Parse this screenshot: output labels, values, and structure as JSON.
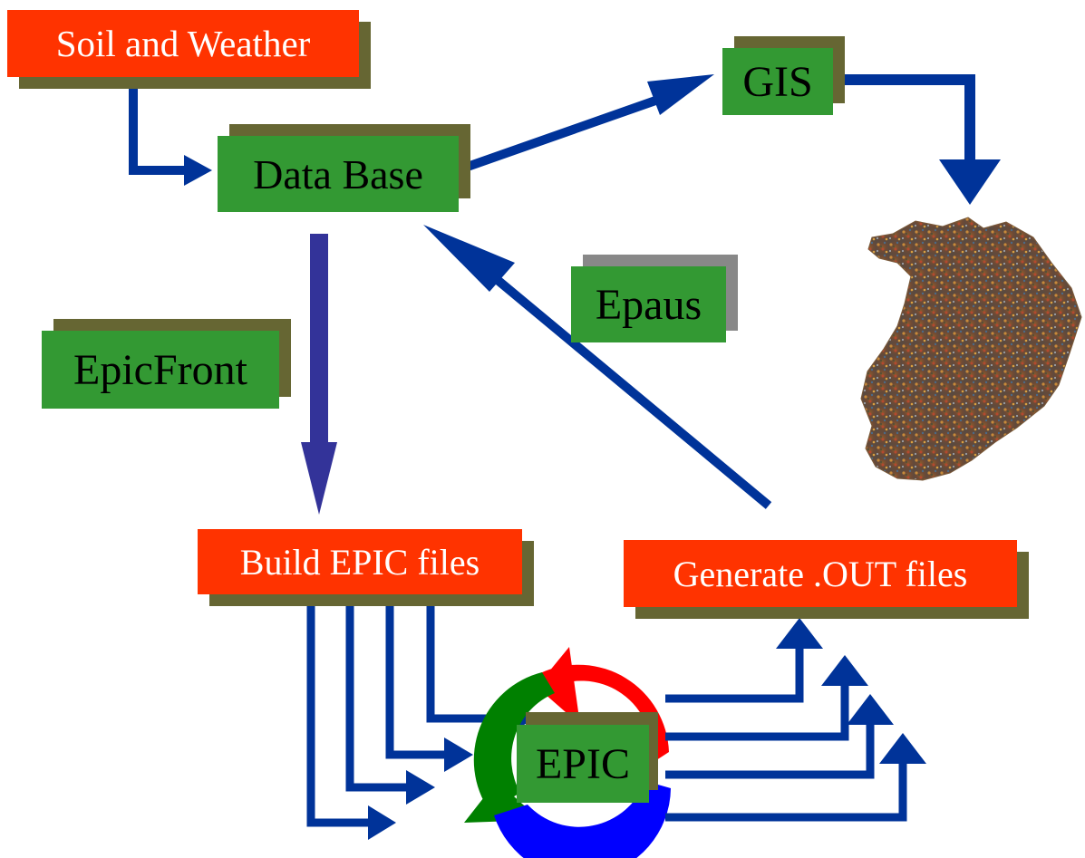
{
  "colors": {
    "green_box": "#339933",
    "red_box": "#ff3300",
    "box_shadow": "#666633",
    "epaus_shadow": "#888888",
    "arrow_blue": "#003399",
    "arrow_violet": "#333399",
    "cycle_red": "#ff0000",
    "cycle_green": "#008000",
    "cycle_blue": "#0000ff"
  },
  "nodes": {
    "soil_weather": "Soil and Weather",
    "database": "Data Base",
    "gis": "GIS",
    "epicfront": "EpicFront",
    "epaus": "Epaus",
    "build_epic": "Build EPIC files",
    "generate_out": "Generate .OUT files",
    "epic": "EPIC"
  },
  "map_image": {
    "icon": "map-icon",
    "description_visible": false
  }
}
